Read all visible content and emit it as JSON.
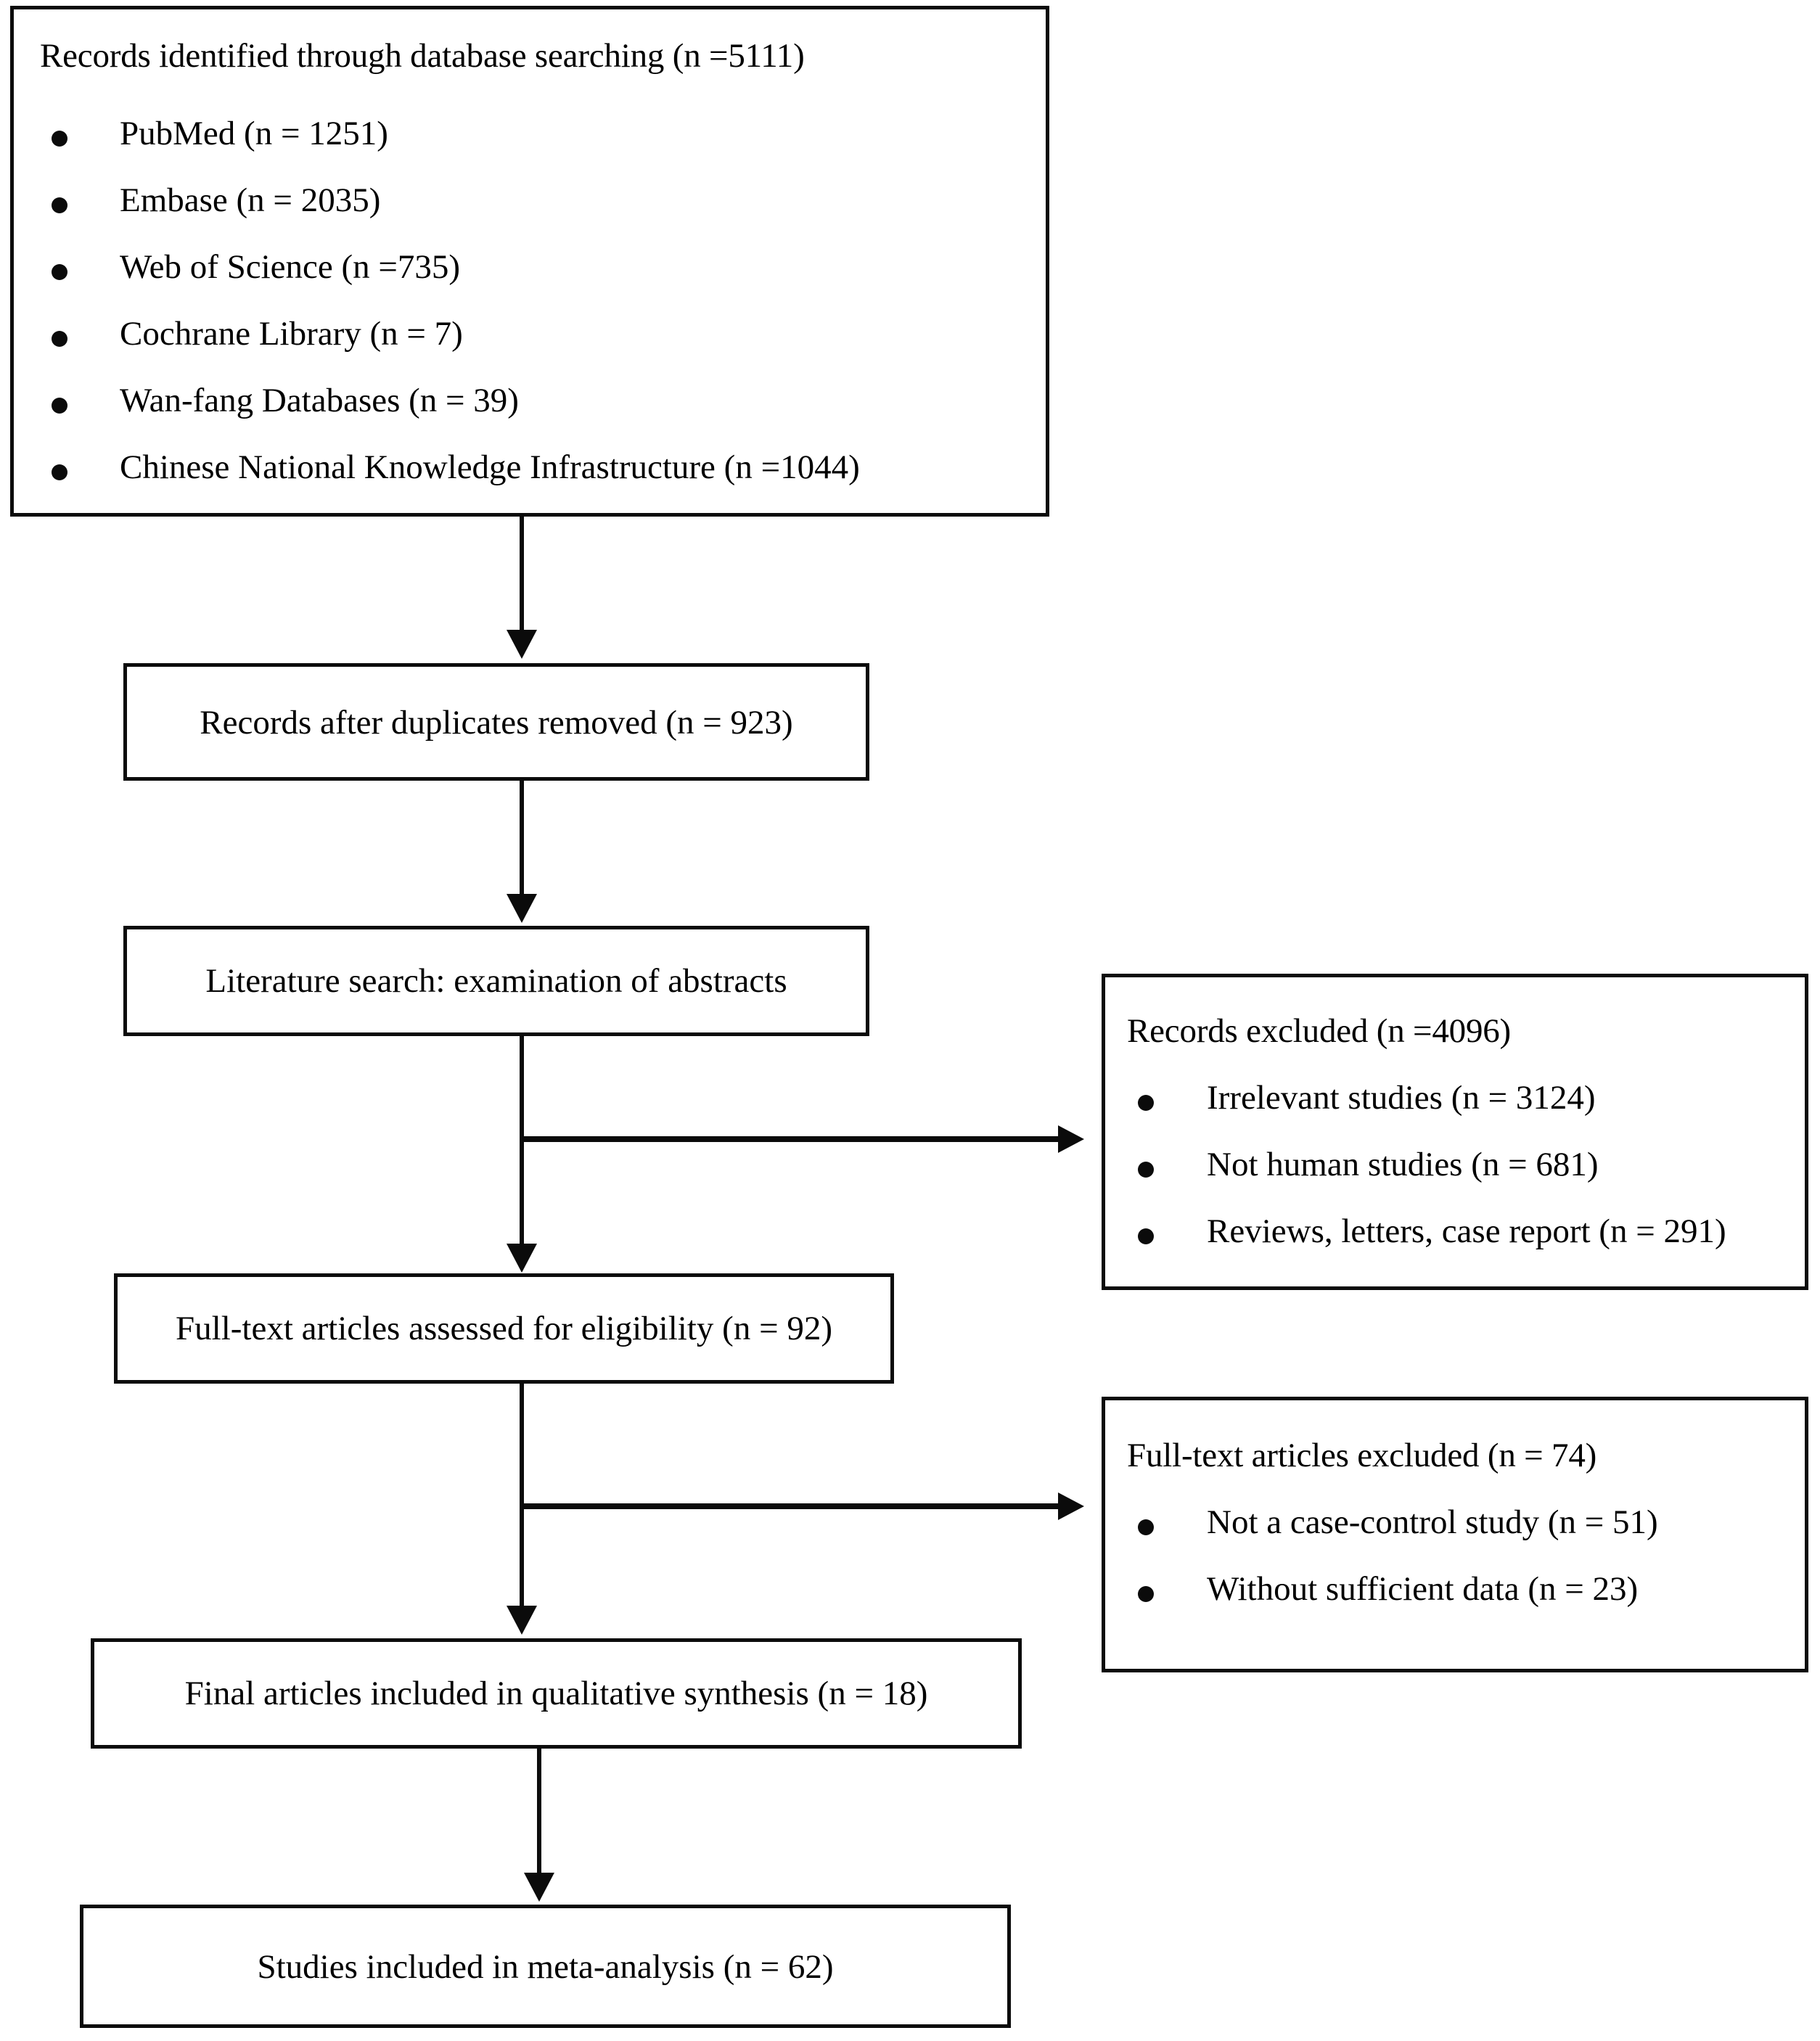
{
  "diagram": {
    "type": "prisma-flow-diagram",
    "boxes": {
      "identification": {
        "title": "Records identified through database searching (n =5111)",
        "sources": [
          {
            "label": "PubMed (n = 1251)"
          },
          {
            "label": "Embase (n = 2035)"
          },
          {
            "label": "Web of Science (n =735)"
          },
          {
            "label": "Cochrane Library (n = 7)"
          },
          {
            "label": "Wan-fang Databases (n = 39)"
          },
          {
            "label": "Chinese National Knowledge Infrastructure (n =1044)"
          }
        ]
      },
      "duplicates_removed": {
        "label": "Records after duplicates removed (n = 923)"
      },
      "screening": {
        "label": "Literature search: examination of abstracts"
      },
      "records_excluded": {
        "title": "Records excluded (n =4096)",
        "reasons": [
          {
            "label": "Irrelevant studies (n = 3124)"
          },
          {
            "label": "Not human studies (n = 681)"
          },
          {
            "label": "Reviews, letters, case report (n = 291)"
          }
        ]
      },
      "eligibility": {
        "label": "Full-text articles assessed for eligibility (n = 92)"
      },
      "fulltext_excluded": {
        "title": "Full-text articles excluded (n = 74)",
        "reasons": [
          {
            "label": "Not a case-control study (n = 51)"
          },
          {
            "label": "Without sufficient data (n = 23)"
          }
        ]
      },
      "qualitative": {
        "label": "Final articles included in qualitative synthesis (n = 18)"
      },
      "meta_analysis": {
        "label": "Studies included in meta-analysis (n = 62)"
      }
    },
    "colors": {
      "stroke": "#0b0b0b",
      "fill": "#ffffff",
      "text": "#000000"
    }
  }
}
